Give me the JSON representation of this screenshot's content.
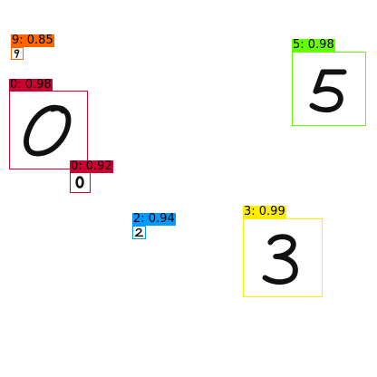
{
  "detections": [
    {
      "label": "9: 0.85",
      "digit": "9",
      "color": "#ff6600"
    },
    {
      "label": "0: 0.98",
      "digit": "0",
      "color": "#cc0033"
    },
    {
      "label": "0: 0.92",
      "digit": "0",
      "color": "#cc0033"
    },
    {
      "label": "5: 0.98",
      "digit": "5",
      "color": "#66ff00"
    },
    {
      "label": "2: 0.94",
      "digit": "2",
      "color": "#0099ff"
    },
    {
      "label": "3: 0.99",
      "digit": "3",
      "color": "#ffee00"
    }
  ]
}
